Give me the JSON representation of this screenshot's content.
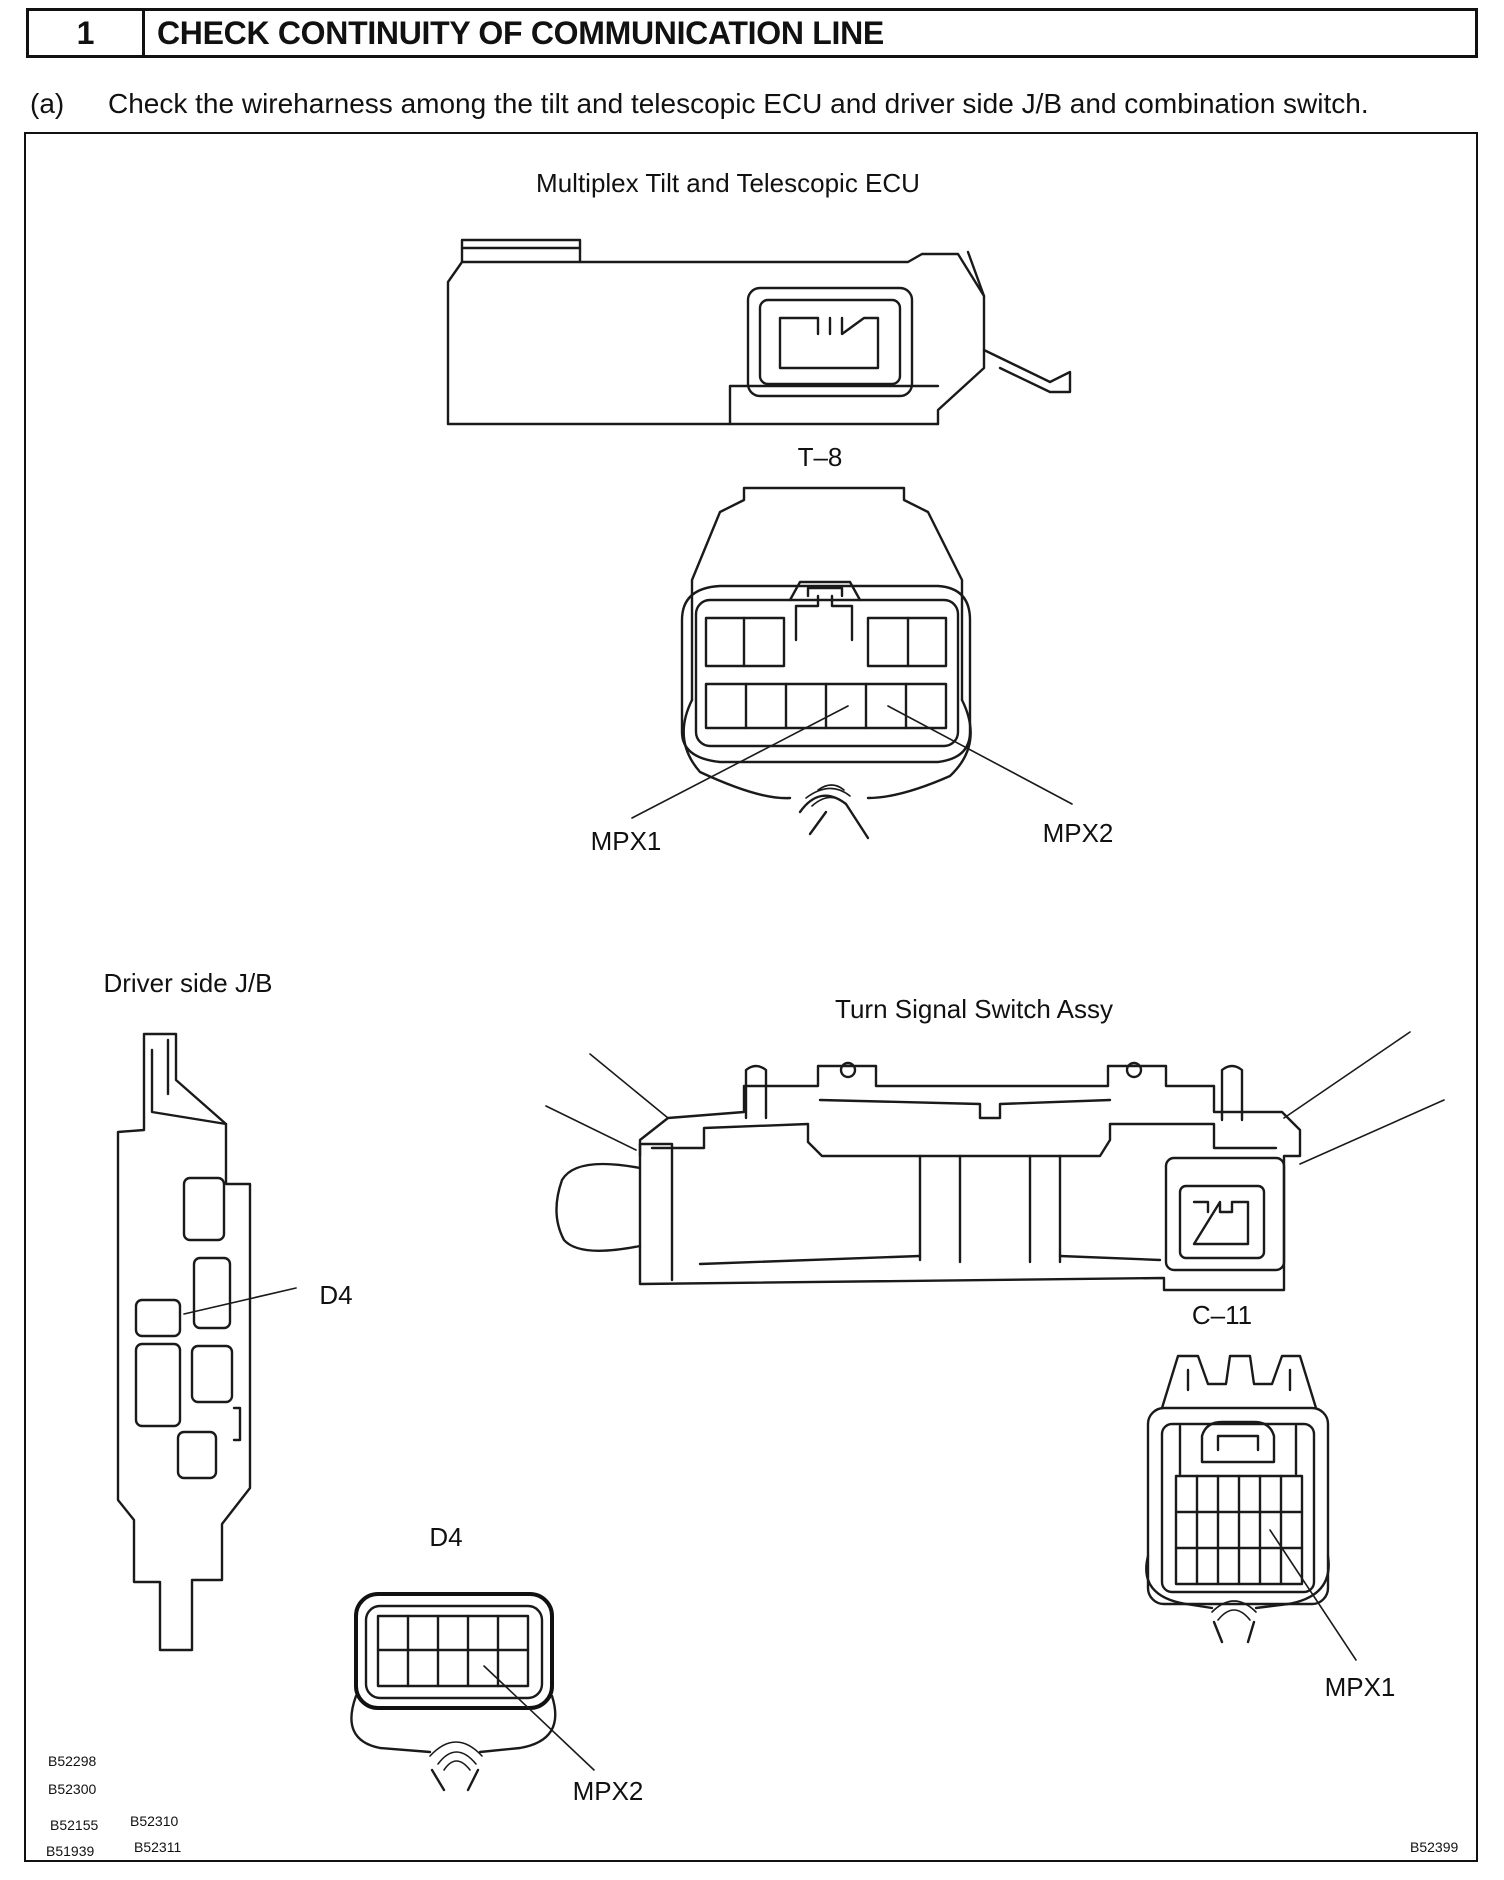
{
  "header": {
    "step_number": "1",
    "title": "CHECK CONTINUITY OF COMMUNICATION LINE"
  },
  "instruction": {
    "marker": "(a)",
    "text": "Check the wireharness among the tilt and telescopic ECU and driver side J/B and combination switch."
  },
  "labels": {
    "ecu_title": "Multiplex Tilt and Telescopic ECU",
    "ecu_connector": "T–8",
    "mpx1_t8": "MPX1",
    "mpx2_t8": "MPX2",
    "jb_title": "Driver side J/B",
    "jb_d4": "D4",
    "d4_connector": "D4",
    "mpx2_d4": "MPX2",
    "switch_title": "Turn Signal Switch Assy",
    "switch_connector": "C–11",
    "mpx1_c11": "MPX1"
  },
  "reference_codes": {
    "left": [
      "B52298",
      "B52300",
      "B52155",
      "B52310",
      "B51939",
      "B52311"
    ],
    "bottom_right": "B52399"
  }
}
